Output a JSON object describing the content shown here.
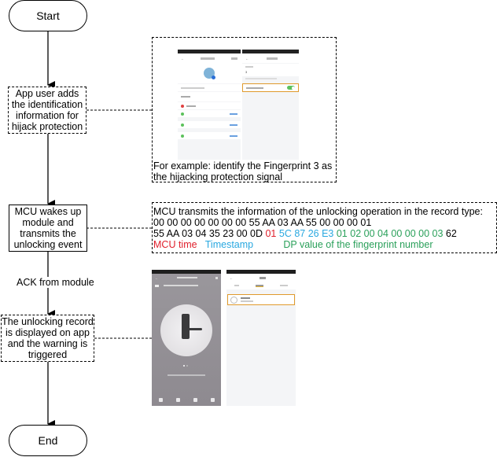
{
  "flow": {
    "start": "Start",
    "step1": "App user adds the identification information for hijack protection",
    "step2": "MCU wakes up module and transmits the unlocking event",
    "edge_label": "ACK from module",
    "step3": "The unlocking record is displayed on app and the warning is triggered",
    "end": "End"
  },
  "example_note": {
    "caption_line1": "For example: identify the Fingerprint 3 as",
    "caption_line2": "the hijacking protection signal",
    "screens": [
      {
        "name": "member-edit-screen",
        "rows": [
          "fingerprint-red",
          "fingerprint-green",
          "password-green",
          "card-green"
        ]
      },
      {
        "name": "fingerprint-settings-screen",
        "value": "3",
        "toggle_on": true
      }
    ]
  },
  "mcu_note": {
    "line1": "MCU transmits the information of the unlocking operation in the record type:",
    "line2": "00 00 00 00 00 00 00 55 AA 03 AA 55 00 00 00 01",
    "line3_plain": "55 AA 03 04 35 23 00 0D ",
    "line3_mcu_time": "01",
    "line3_timestamp": "5C 87 26 E3",
    "line3_dp": "01 02 00 04 00 00 00 03",
    "line3_checksum": "62",
    "legend_mcu_time": "MCU time",
    "legend_timestamp": "Timestamp",
    "legend_dp": "DP value of the fingerprint number",
    "colors": {
      "mcu_time": "#e0202c",
      "timestamp": "#29a8e0",
      "dp": "#2aa05a"
    }
  },
  "app_screens": {
    "lock_screen": {
      "tabs": 4
    },
    "message_screen": {
      "highlighted_record": true
    }
  }
}
